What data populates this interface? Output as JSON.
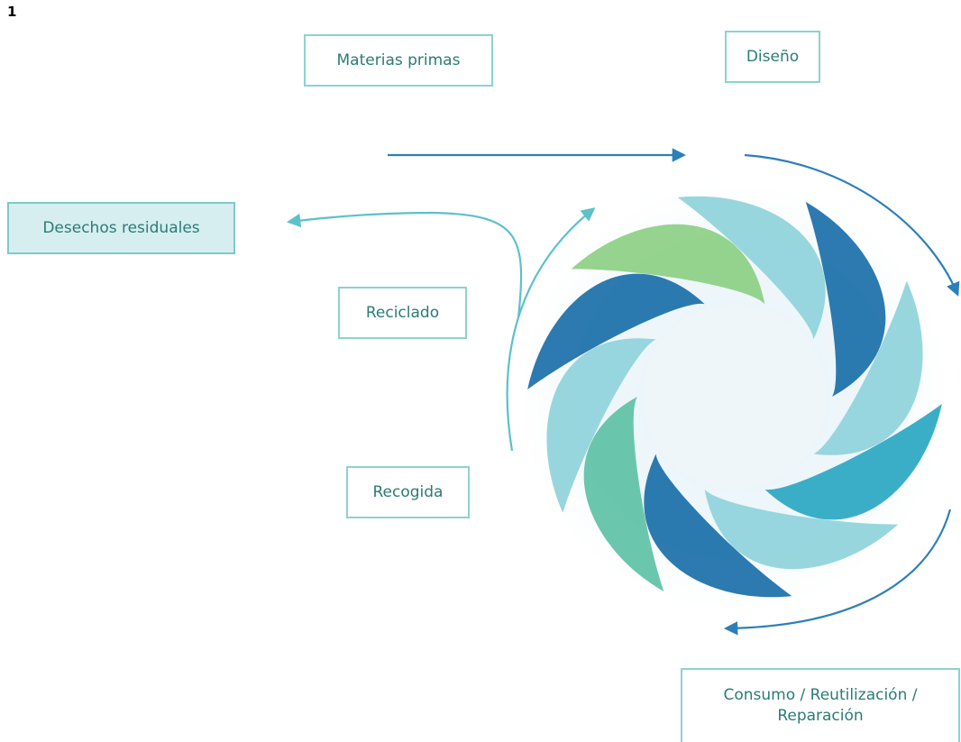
{
  "figure_number": "1",
  "stages": {
    "materias_primas": "Materias primas",
    "diseno": "Diseño",
    "desechos_residuales": "Desechos residuales",
    "reciclado": "Reciclado",
    "recogida": "Recogida",
    "consumo_line1": "Consumo / Reutilización /",
    "consumo_line2": "Reparación"
  },
  "colors": {
    "box_border": "#8cd2cf",
    "box_text": "#2a7b77",
    "filled_box_bg": "#d6eef0",
    "arrow_dark": "#2c7fb8",
    "arrow_light": "#5cc1c9",
    "swirl_dark_blue": "#1a6fa8",
    "swirl_teal": "#2aa7c2",
    "swirl_light_teal": "#8fd3db",
    "swirl_green": "#8ccf84",
    "swirl_sea_green": "#5dc1a6"
  }
}
